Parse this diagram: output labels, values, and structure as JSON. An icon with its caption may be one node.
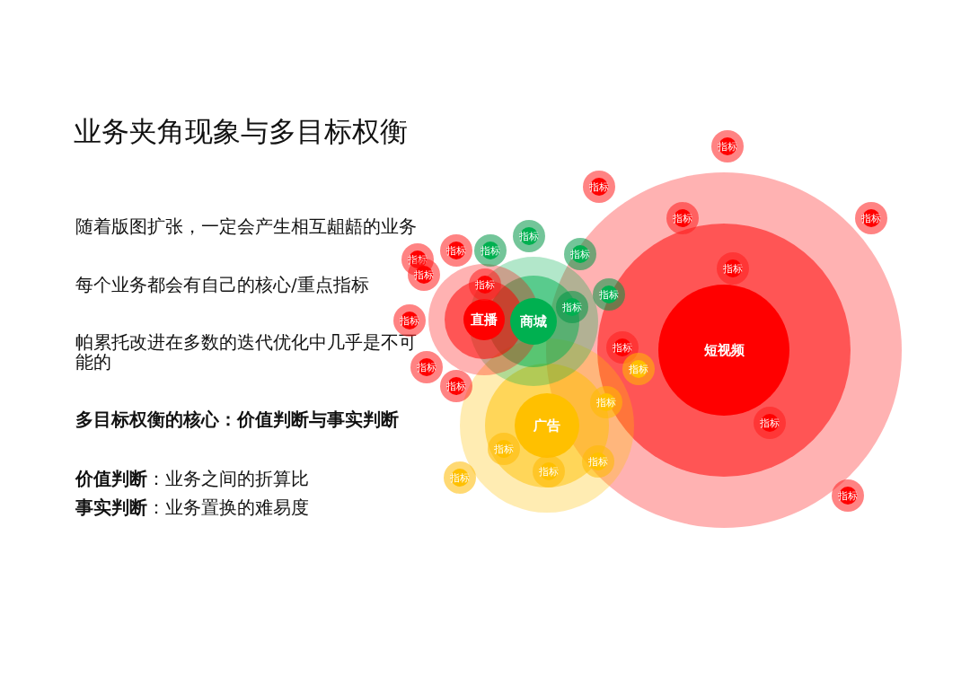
{
  "diagram": {
    "title": "业务夹角现象与多目标权衡",
    "nodes": [
      {
        "text": [
          "短视频"
        ]
      },
      {
        "text": [
          "广告"
        ]
      },
      {
        "text": [
          "商城"
        ]
      },
      {
        "text": [
          "直播"
        ]
      },
      {
        "text": [
          "指标"
        ]
      },
      {
        "text": [
          "指标"
        ]
      },
      {
        "text": [
          "指标"
        ]
      },
      {
        "text": [
          "指标"
        ]
      },
      {
        "text": [
          "指标"
        ]
      },
      {
        "text": [
          "指标"
        ]
      },
      {
        "text": [
          "指标"
        ]
      },
      {
        "text": [
          "指标"
        ]
      },
      {
        "text": [
          "指标"
        ]
      },
      {
        "text": [
          "指标"
        ]
      },
      {
        "text": [
          "指标"
        ]
      },
      {
        "text": [
          "指标"
        ]
      },
      {
        "text": [
          "指标"
        ]
      },
      {
        "text": [
          "指标"
        ]
      },
      {
        "text": [
          "指标"
        ]
      },
      {
        "text": [
          "指标"
        ]
      },
      {
        "text": [
          "指标"
        ]
      },
      {
        "text": [
          "指标"
        ]
      },
      {
        "text": [
          "指标"
        ]
      },
      {
        "text": [
          "指标"
        ]
      },
      {
        "text": [
          "指标"
        ]
      },
      {
        "text": [
          "指标"
        ]
      },
      {
        "text": [
          "指标"
        ]
      },
      {
        "text": [
          "指标"
        ]
      },
      {
        "text": [
          "指标"
        ]
      },
      {
        "text": [
          "指标"
        ]
      }
    ],
    "labels": [
      "随着版图扩张，一定会产生相互龃龉的业务",
      "每个业务都会有自己的核心/重点指标",
      "帕累托改进在多数的迭代优化中几乎是不可能的",
      "多目标权衡的核心：价值判断与事实判断",
      "**价值判断**：业务之间的折算比",
      "**事实判断**：业务置换的难易度"
    ]
  }
}
